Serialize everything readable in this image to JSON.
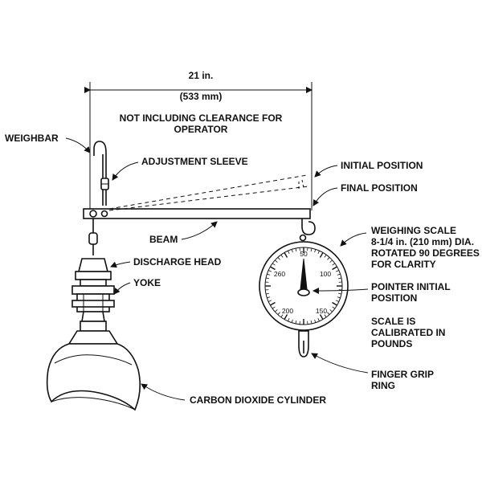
{
  "dimension": {
    "width_in": "21 in.",
    "width_mm": "(533 mm)",
    "note_line1": "NOT INCLUDING CLEARANCE FOR",
    "note_line2": "OPERATOR"
  },
  "labels": {
    "weighbar": "WEIGHBAR",
    "adjustment_sleeve": "ADJUSTMENT SLEEVE",
    "initial_position": "INITIAL POSITION",
    "final_position": "FINAL POSITION",
    "beam": "BEAM",
    "discharge_head": "DISCHARGE HEAD",
    "yoke": "YOKE",
    "carbon_dioxide_cylinder": "CARBON DIOXIDE CYLINDER",
    "weighing_scale": [
      "WEIGHING SCALE",
      "8-1/4 in. (210 mm) DIA.",
      "ROTATED 90 DEGREES",
      "FOR CLARITY"
    ],
    "pointer": [
      "POINTER INITIAL",
      "POSITION"
    ],
    "scale_note": [
      "SCALE IS",
      "CALIBRATED IN",
      "POUNDS"
    ],
    "finger_grip": [
      "FINGER GRIP",
      "RING"
    ]
  },
  "dial": {
    "numbers": [
      "50",
      "100",
      "150",
      "200",
      "260"
    ]
  }
}
